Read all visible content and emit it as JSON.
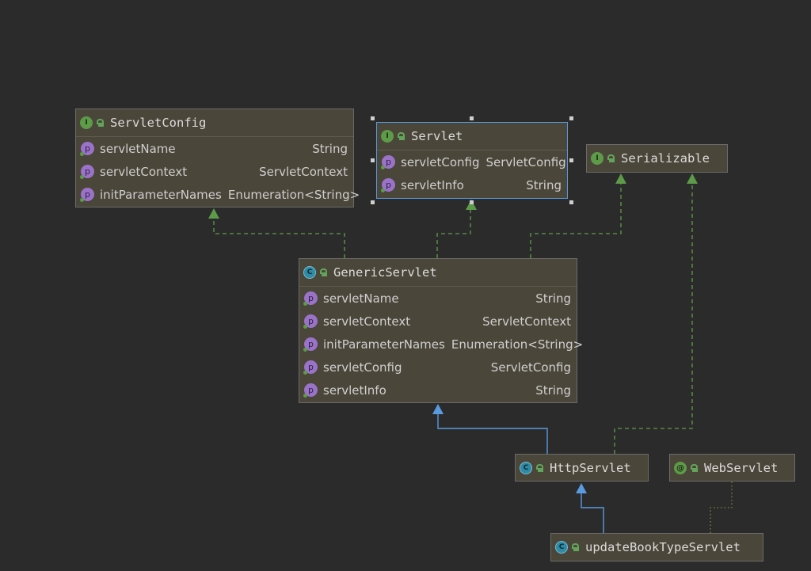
{
  "nodes": {
    "servlet_config": {
      "kind_letter": "I",
      "title": "ServletConfig",
      "members": [
        {
          "badge": "p",
          "name": "servletName",
          "type": "String"
        },
        {
          "badge": "p",
          "name": "servletContext",
          "type": "ServletContext"
        },
        {
          "badge": "p",
          "name": "initParameterNames",
          "type": "Enumeration<String>"
        }
      ]
    },
    "servlet": {
      "kind_letter": "I",
      "title": "Servlet",
      "members": [
        {
          "badge": "p",
          "name": "servletConfig",
          "type": "ServletConfig"
        },
        {
          "badge": "p",
          "name": "servletInfo",
          "type": "String"
        }
      ]
    },
    "serializable": {
      "kind_letter": "I",
      "title": "Serializable"
    },
    "generic_servlet": {
      "kind_letter": "C",
      "title": "GenericServlet",
      "members": [
        {
          "badge": "p",
          "name": "servletName",
          "type": "String"
        },
        {
          "badge": "p",
          "name": "servletContext",
          "type": "ServletContext"
        },
        {
          "badge": "p",
          "name": "initParameterNames",
          "type": "Enumeration<String>"
        },
        {
          "badge": "p",
          "name": "servletConfig",
          "type": "ServletConfig"
        },
        {
          "badge": "p",
          "name": "servletInfo",
          "type": "String"
        }
      ]
    },
    "http_servlet": {
      "kind_letter": "C",
      "title": "HttpServlet"
    },
    "web_servlet": {
      "kind_letter": "@",
      "title": "WebServlet"
    },
    "update_book_type_servlet": {
      "kind_letter": "C",
      "title": "updateBookTypeServlet"
    }
  },
  "edges": [
    {
      "from": "generic_servlet",
      "to": "servlet_config",
      "kind": "implements"
    },
    {
      "from": "generic_servlet",
      "to": "servlet",
      "kind": "implements"
    },
    {
      "from": "generic_servlet",
      "to": "serializable",
      "kind": "implements"
    },
    {
      "from": "http_servlet",
      "to": "serializable",
      "kind": "implements"
    },
    {
      "from": "http_servlet",
      "to": "generic_servlet",
      "kind": "extends"
    },
    {
      "from": "update_book_type_servlet",
      "to": "http_servlet",
      "kind": "extends"
    },
    {
      "from": "update_book_type_servlet",
      "to": "web_servlet",
      "kind": "annotated-with"
    }
  ],
  "colors": {
    "background": "#2b2b2b",
    "node_fill": "#4a4639",
    "implements_edge": "#5d9b49",
    "extends_edge": "#5a9ae0",
    "annotation_edge": "#8a8a3a",
    "selection": "#5a9ae0",
    "interface_badge": "#5d9b49",
    "class_badge": "#2f8aa5",
    "property_badge": "#9a73c8"
  },
  "selected_node": "servlet"
}
